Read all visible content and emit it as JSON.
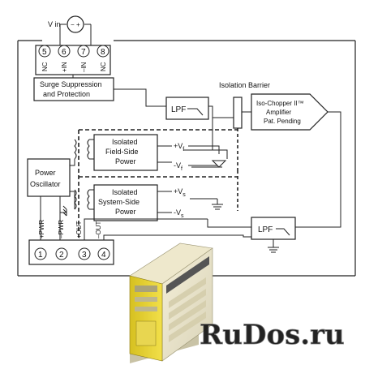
{
  "diagram": {
    "vin_label": "V in",
    "top_terminals": [
      "5",
      "6",
      "7",
      "8"
    ],
    "top_pins": [
      "NC",
      "+IN",
      "–IN",
      "NC"
    ],
    "surge_block": [
      "Surge Suppression",
      "and Protection"
    ],
    "isolation_label": "Isolation Barrier",
    "lpf_label": "LPF",
    "amp_lines": [
      "Iso-Chopper II™",
      "Amplifier",
      "Pat. Pending"
    ],
    "field_block": [
      "Isolated",
      "Field-Side",
      "Power"
    ],
    "field_out_pos": "+V",
    "field_out_neg": "-V",
    "field_sub": "f",
    "system_block": [
      "Isolated",
      "System-Side",
      "Power"
    ],
    "system_out_pos": "+V",
    "system_out_neg": "-V",
    "system_sub": "s",
    "oscillator_block": [
      "Power",
      "Oscillator"
    ],
    "bottom_pins": [
      "+PWR",
      "–PWR",
      "+OUT",
      "–OUT"
    ],
    "bottom_terminals": [
      "1",
      "2",
      "3",
      "4"
    ]
  },
  "watermark": "RuDos.ru",
  "icons": [
    "ac-source-icon",
    "ground-icon",
    "transformer-icon",
    "module-photo"
  ]
}
